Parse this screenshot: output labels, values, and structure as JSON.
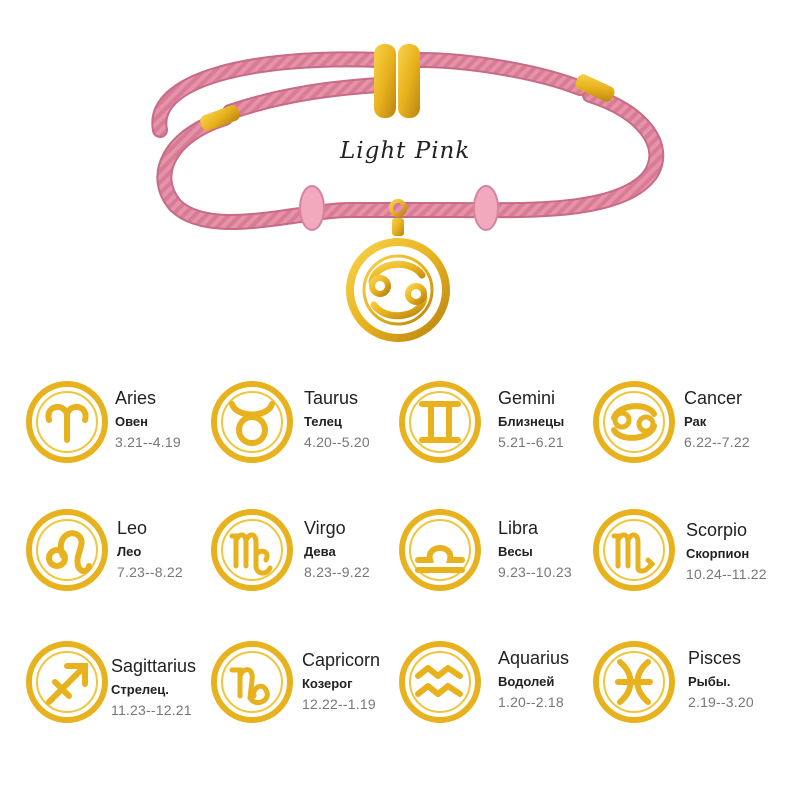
{
  "product": {
    "color_label": "Light Pink",
    "colors": {
      "cord": "#e493a9",
      "cord_dark": "#c76b86",
      "gold": "#e8b21e",
      "gold_dark": "#b98410",
      "bead": "#f2a9bd"
    },
    "pendant_sign": "cancer"
  },
  "signs": [
    {
      "id": "aries",
      "name": "Aries",
      "ru": "Овен",
      "dates": "3.21--4.19"
    },
    {
      "id": "taurus",
      "name": "Taurus",
      "ru": "Телец",
      "dates": "4.20--5.20"
    },
    {
      "id": "gemini",
      "name": "Gemini",
      "ru": "Близнецы",
      "dates": "5.21--6.21"
    },
    {
      "id": "cancer",
      "name": "Cancer",
      "ru": "Рак",
      "dates": "6.22--7.22"
    },
    {
      "id": "leo",
      "name": "Leo",
      "ru": "Лео",
      "dates": "7.23--8.22"
    },
    {
      "id": "virgo",
      "name": "Virgo",
      "ru": "Дева",
      "dates": "8.23--9.22"
    },
    {
      "id": "libra",
      "name": "Libra",
      "ru": "Весы",
      "dates": "9.23--10.23"
    },
    {
      "id": "scorpio",
      "name": "Scorpio",
      "ru": "Скорпион",
      "dates": "10.24--11.22"
    },
    {
      "id": "sagittarius",
      "name": "Sagittarius",
      "ru": "Стрелец.",
      "dates": "11.23--12.21"
    },
    {
      "id": "capricorn",
      "name": "Capricorn",
      "ru": "Козерог",
      "dates": "12.22--1.19"
    },
    {
      "id": "aquarius",
      "name": "Aquarius",
      "ru": "Водолей",
      "dates": "1.20--2.18"
    },
    {
      "id": "pisces",
      "name": "Pisces",
      "ru": "Рыбы.",
      "dates": "2.19--3.20"
    }
  ]
}
